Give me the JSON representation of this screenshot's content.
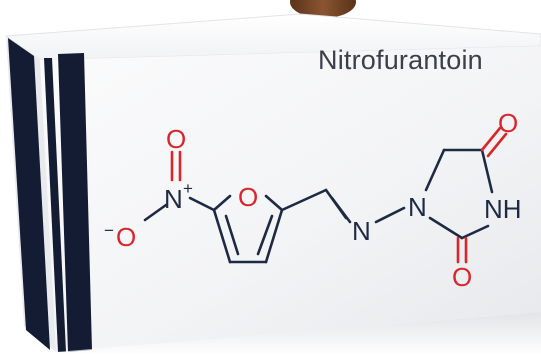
{
  "product": {
    "title": "Nitrofurantoin"
  },
  "molecule": {
    "atoms": {
      "o_top": "O",
      "n_plus": "N",
      "plus": "+",
      "o_minus": "O",
      "minus": "−",
      "o_ring": "O",
      "n_imine": "N",
      "n_ring": "N",
      "o_ketone": "O",
      "nh": "NH",
      "o_urea": "O"
    }
  },
  "colors": {
    "box_stripe": "#141c33",
    "oxygen": "#d9262c",
    "bond": "#1e2a44",
    "pill": "#7a4a2a"
  }
}
